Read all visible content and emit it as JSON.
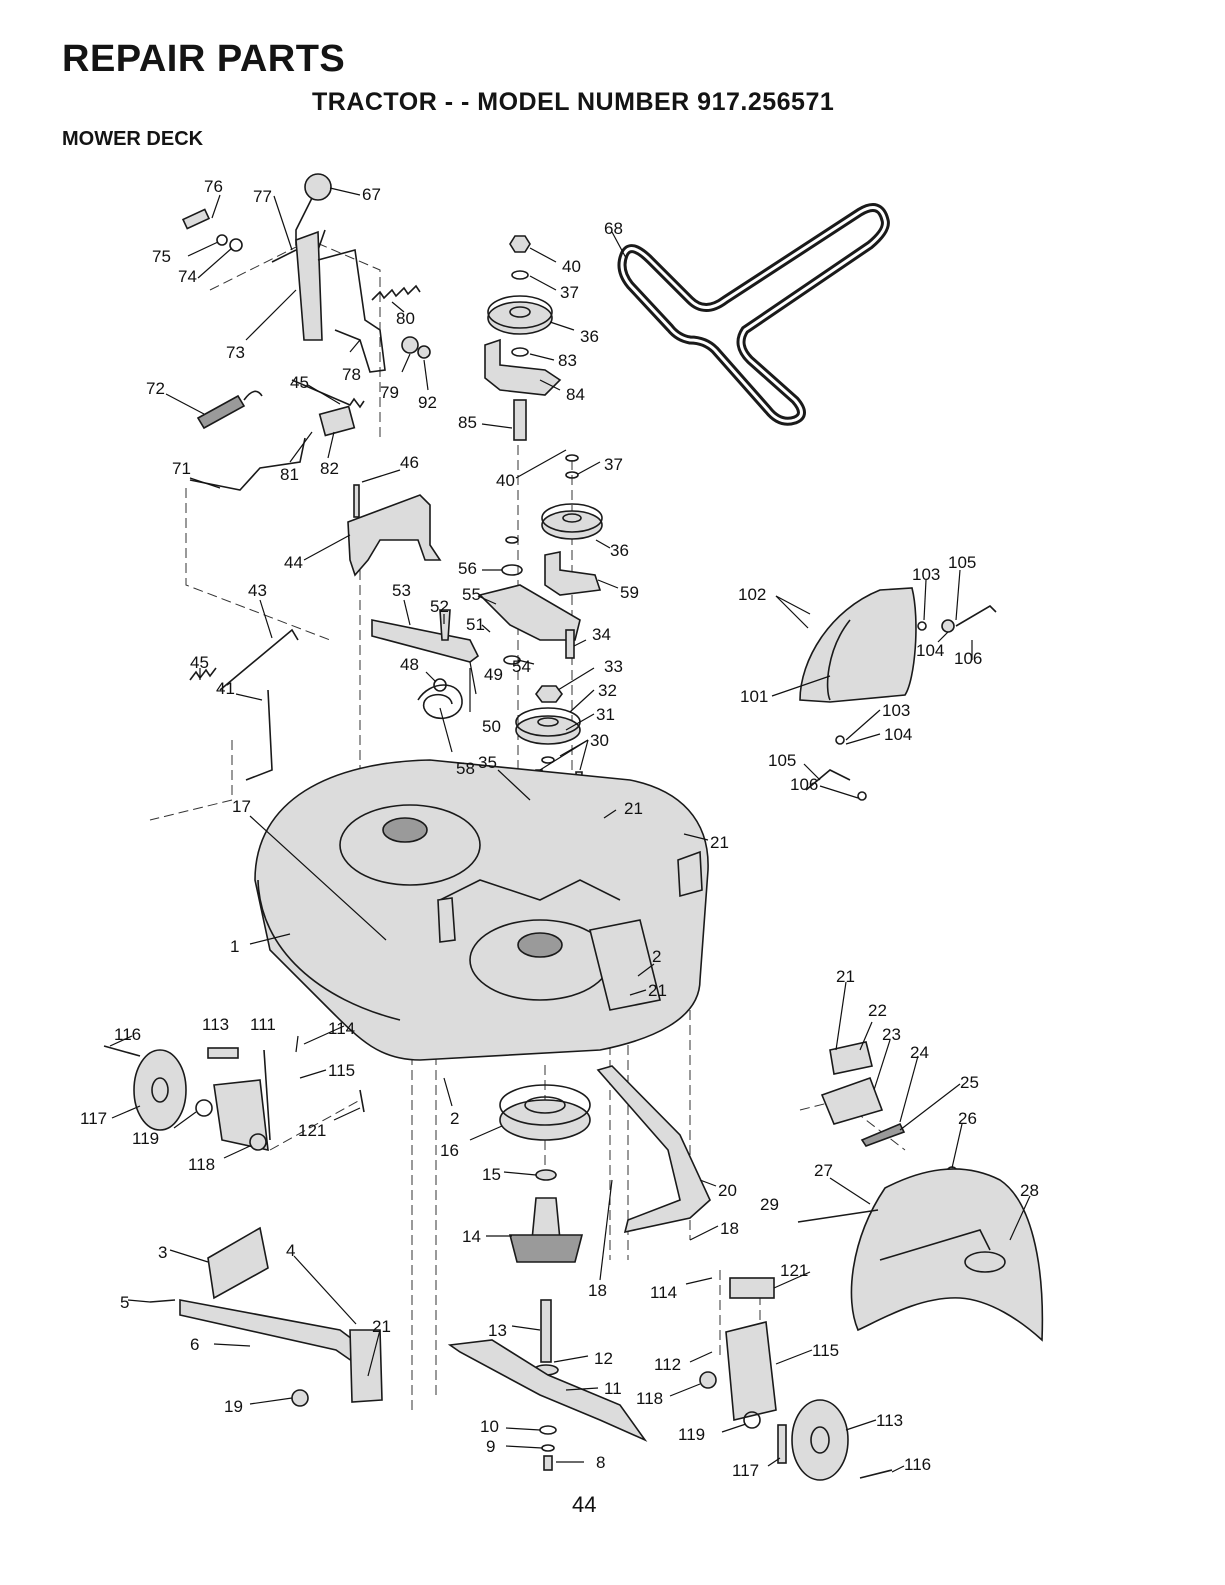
{
  "header": {
    "title": "REPAIR PARTS",
    "subtitle": "TRACTOR - - MODEL NUMBER 917.256571",
    "section": "MOWER DECK"
  },
  "footer": {
    "page_number": "44"
  },
  "colors": {
    "ink": "#111111",
    "paper": "#ffffff"
  },
  "callouts": [
    "76",
    "77",
    "67",
    "75",
    "74",
    "73",
    "80",
    "78",
    "79",
    "92",
    "45",
    "72",
    "81",
    "82",
    "71",
    "46",
    "68",
    "40",
    "37",
    "36",
    "83",
    "84",
    "85",
    "40",
    "37",
    "36",
    "59",
    "56",
    "55",
    "51",
    "52",
    "53",
    "48",
    "49",
    "50",
    "34",
    "54",
    "33",
    "32",
    "31",
    "30",
    "35",
    "58",
    "44",
    "43",
    "45",
    "41",
    "102",
    "103",
    "105",
    "101",
    "104",
    "106",
    "103",
    "104",
    "105",
    "106",
    "17",
    "21",
    "21",
    "1",
    "2",
    "21",
    "113",
    "111",
    "114",
    "116",
    "115",
    "117",
    "119",
    "121",
    "118",
    "2",
    "16",
    "15",
    "14",
    "13",
    "12",
    "11",
    "10",
    "9",
    "8",
    "20",
    "18",
    "18",
    "21",
    "22",
    "23",
    "24",
    "25",
    "26",
    "27",
    "28",
    "29",
    "3",
    "4",
    "5",
    "6",
    "19",
    "21",
    "114",
    "121",
    "115",
    "112",
    "118",
    "119",
    "113",
    "117",
    "116"
  ]
}
